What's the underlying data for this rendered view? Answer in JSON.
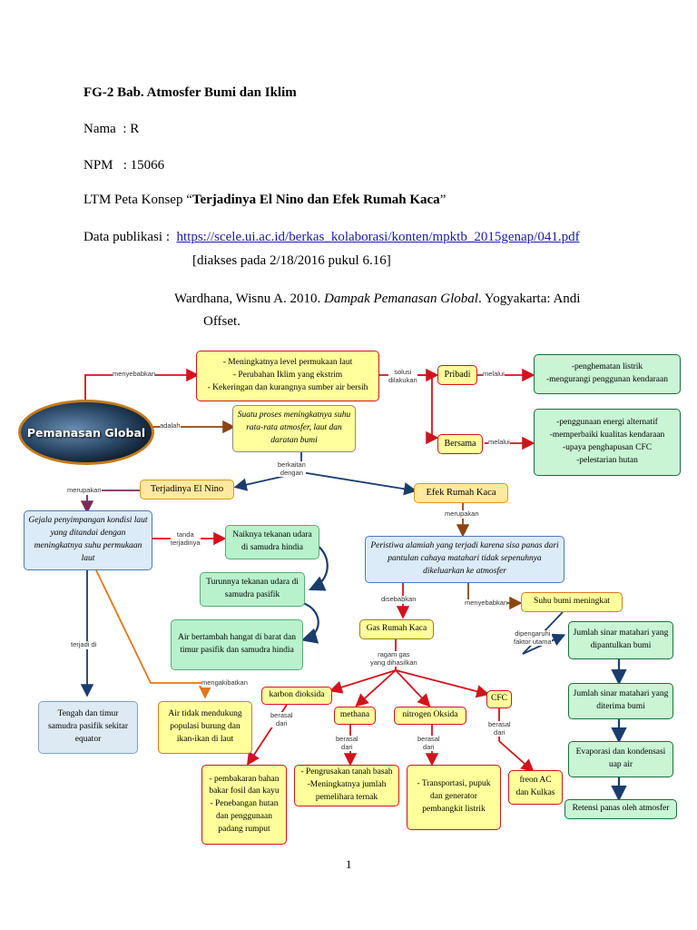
{
  "header": {
    "title": "FG-2 Bab. Atmosfer Bumi dan Iklim",
    "nama_label": "Nama",
    "nama_value": ": R",
    "npm_label": "NPM",
    "npm_value": ": 15066",
    "ltm_prefix": "LTM Peta Konsep “",
    "ltm_title": "Terjadinya El Nino dan Efek Rumah Kaca",
    "ltm_suffix": "”",
    "pub_label": "Data publikasi :",
    "pub_url": "https://scele.ui.ac.id/berkas_kolaborasi/konten/mpktb_2015genap/041.pdf",
    "accessed": "[diakses pada 2/18/2016 pukul 6.16]",
    "ref_author": "Wardhana, Wisnu A. 2010.",
    "ref_book": "Dampak Pemanasan Global",
    "ref_pub": ". Yogyakarta: Andi",
    "ref_pub2": "Offset."
  },
  "map": {
    "root": "Pemanasan Global",
    "n_effects": "- Meningkatnya level permukaan laut\n- Perubahan Iklim yang ekstrim\n- Kekeringan dan kurangnya sumber air bersih",
    "n_def": "Suatu proses meningkatnya suhu rata-rata atmosfer, laut dan daratan bumi",
    "n_pribadi": "Pribadi",
    "n_bersama": "Bersama",
    "n_pribadi_sol": "-penghematan listrik\n-mengurangi penggunan kendaraan",
    "n_bersama_sol": "-penggunaan energi alternatif\n-memperbaiki kualitas kendaraan\n-upaya penghapusan CFC\n-pelestarian hutan",
    "n_elnino": "Terjadinya El Nino",
    "n_erk": "Efek Rumah Kaca",
    "n_gejala": "Gejala penyimpangan kondisi laut yang ditandai dengan meningkatnya suhu permukaan laut",
    "n_naik": "Naiknya tekanan udara di samudra hindia",
    "n_turun": "Turunnya tekanan udara di samudra pasifik",
    "n_air": "Air bertambah hangat di barat dan timur pasifik dan samudra hindia",
    "n_tengah": "Tengah dan timur samudra pasifik sekitar equator",
    "n_burung": "Air tidak mendukung populasi burung dan ikan-ikan di laut",
    "n_peristiwa": "Peristiwa alamiah yang terjadi karena sisa panas dari pantulan cahaya matahari tidak sepenuhnya dikeluarkan ke atmosfer",
    "n_suhu": "Suhu bumi meningkat",
    "n_grk": "Gas Rumah Kaca",
    "n_jumlah1": "Jumlah sinar matahari yang dipantulkan bumi",
    "n_jumlah2": "Jumlah sinar matahari yang diterima bumi",
    "n_evap": "Evaporasi dan kondensasi uap air",
    "n_retensi": "Retensi panas oleh atmosfer",
    "n_karbon": "karbon dioksida",
    "n_methana": "methana",
    "n_nitrogen": "nitrogen Oksida",
    "n_cfc": "CFC",
    "n_karbon_src": "- pembakaran bahan bakar fosil dan kayu\n- Penebangan hutan dan penggunaan padang rumput",
    "n_methana_src": "- Pengrusakan tanah basah\n-Meningkatnya jumlah pemelihara ternak",
    "n_nitrogen_src": "- Transportasi, pupuk dan generator pembangkit listrik",
    "n_cfc_src": "freon AC dan Kulkas",
    "l_menyebabkan": "menyebabkan",
    "l_adalah": "adalah",
    "l_solusi": "solusi\ndilakukan",
    "l_melalui1": "melalui",
    "l_melalui2": "melalui",
    "l_berkaitan": "berkaitan\ndengan",
    "l_merupakan1": "merupakan",
    "l_merupakan2": "merupakan",
    "l_tanda": "tanda\nterjadinya",
    "l_terjadi": "terjadi di",
    "l_mengakibatkan": "mengakibatkan",
    "l_disebabkan": "disebabkan",
    "l_menyebabkan2": "menyebabkan",
    "l_dipengaruhi": "dipengaruhi\nfaktor utama",
    "l_ragam": "ragam gas\nyang dihasilkan",
    "l_berasal1": "berasal\ndari",
    "l_berasal2": "berasal\ndari",
    "l_berasal3": "berasal\ndari",
    "l_berasal4": "berasal\ndari"
  },
  "page_number": "1"
}
